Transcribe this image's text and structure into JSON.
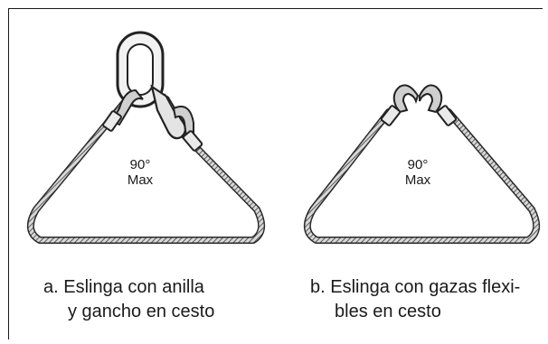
{
  "figure_a": {
    "angle": "90°",
    "angle_note": "Max",
    "caption_line1": "a. Eslinga con anilla",
    "caption_line2": "y gancho en cesto"
  },
  "figure_b": {
    "angle": "90°",
    "angle_note": "Max",
    "caption_line1": "b. Eslinga con gazas flexi-",
    "caption_line2": "bles en cesto"
  }
}
